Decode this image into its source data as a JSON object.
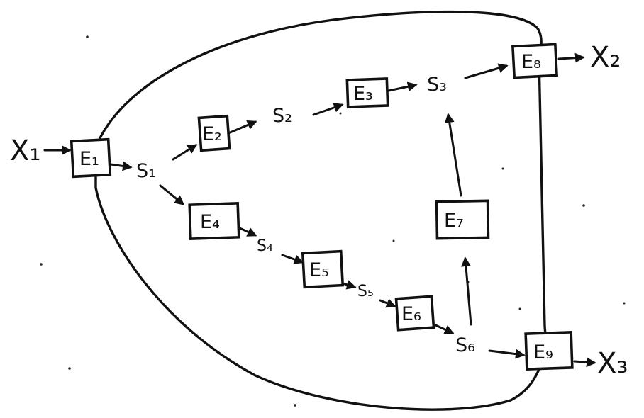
{
  "diagram": {
    "inputs": {
      "x1": "X₁"
    },
    "outputs": {
      "x2": "X₂",
      "x3": "X₃"
    },
    "enzymes": {
      "e1": "E₁",
      "e2": "E₂",
      "e3": "E₃",
      "e4": "E₄",
      "e5": "E₅",
      "e6": "E₆",
      "e7": "E₇",
      "e8": "E₈",
      "e9": "E₉"
    },
    "substrates": {
      "s1": "S₁",
      "s2": "S₂",
      "s3": "S₃",
      "s4": "S₄",
      "s5": "S₅",
      "s6": "S₆"
    }
  }
}
